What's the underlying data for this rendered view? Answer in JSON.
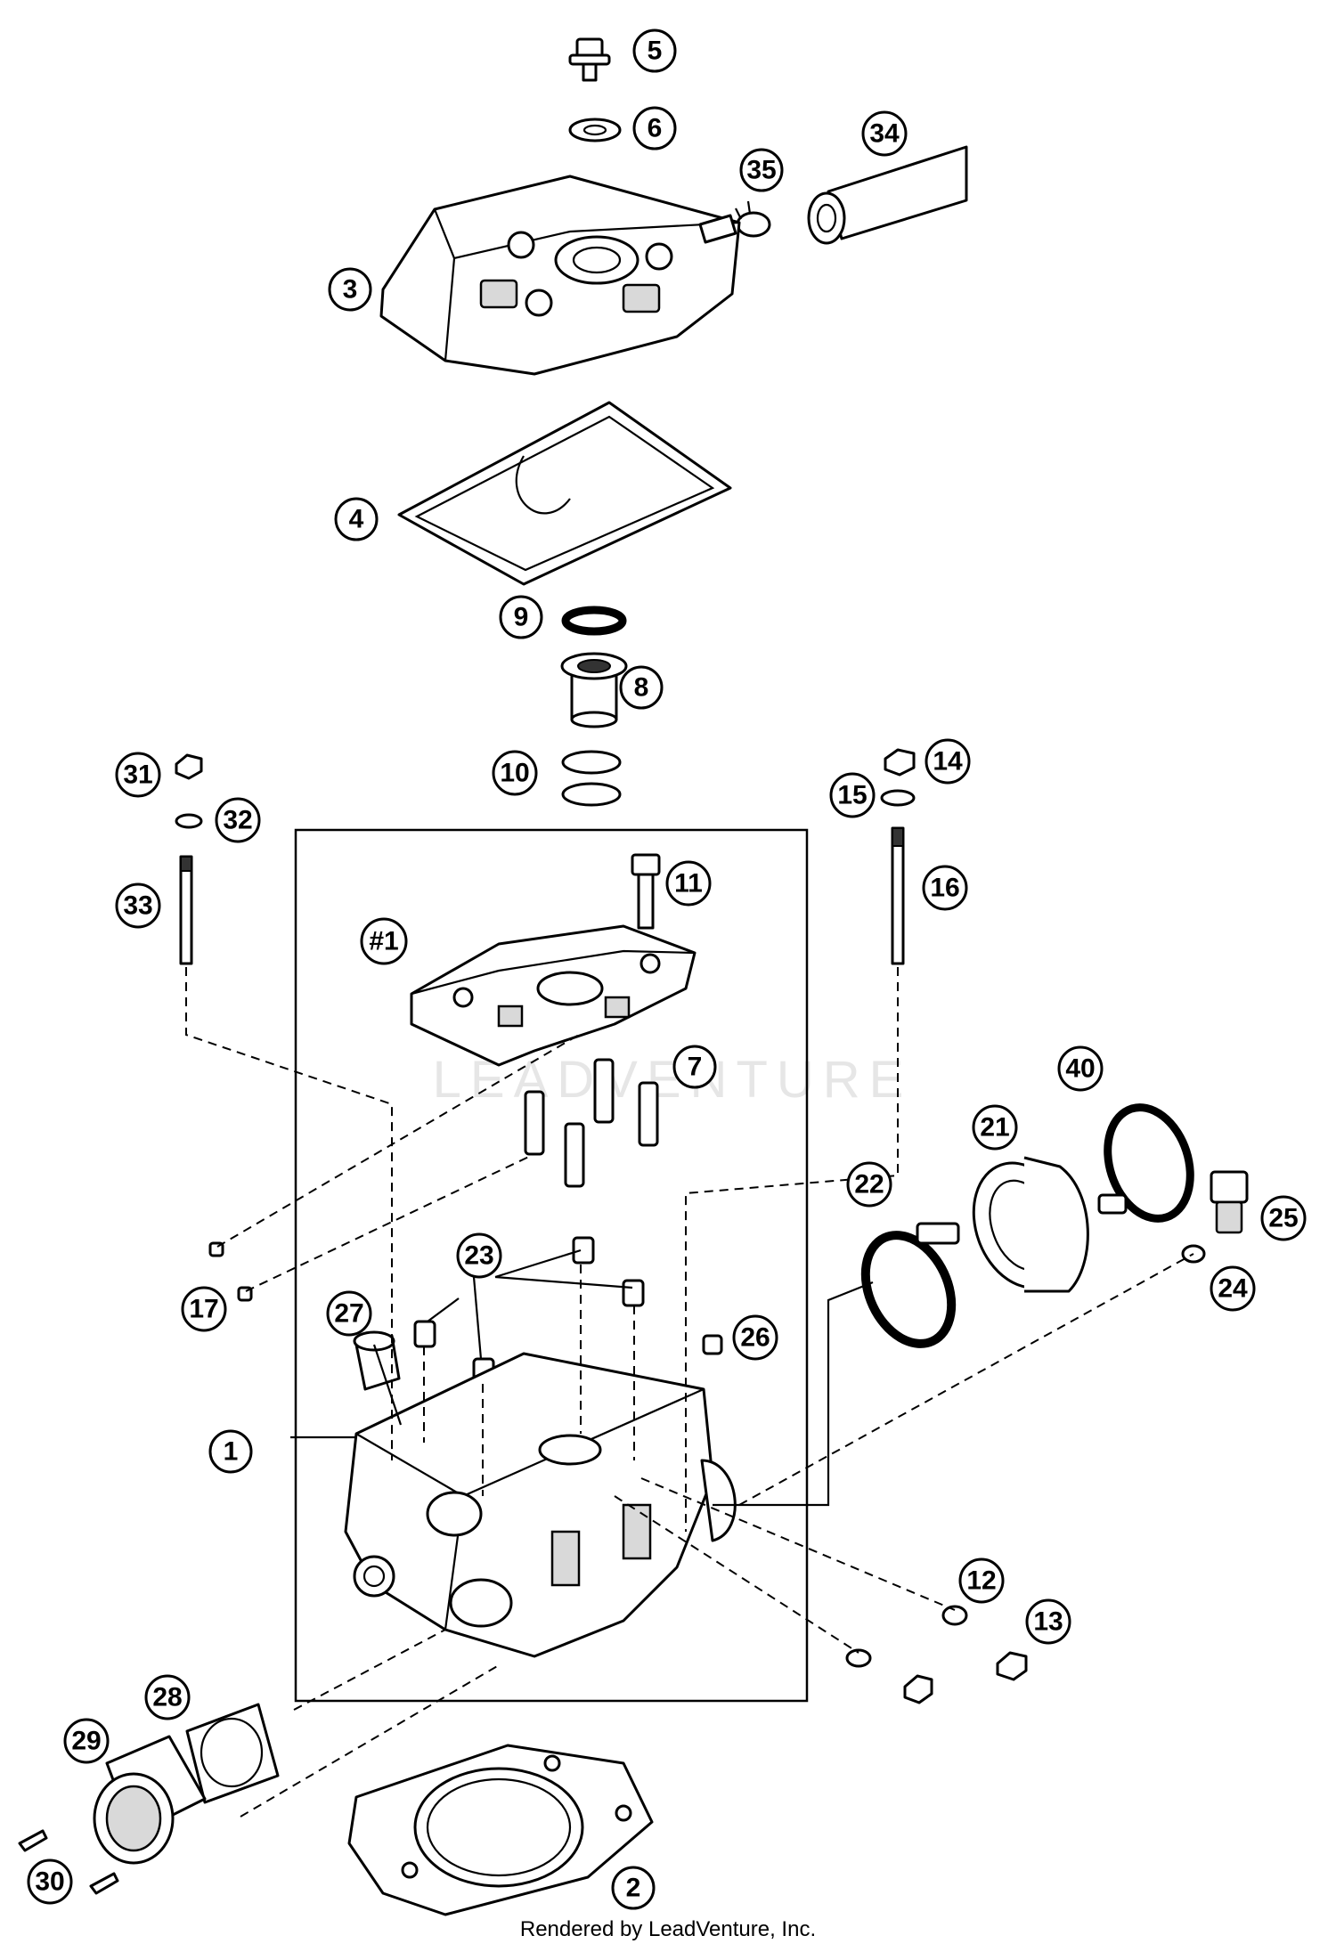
{
  "footer_text": "Rendered by LeadVenture, Inc.",
  "watermark_text": "LEADVENTURE",
  "callouts": [
    {
      "label": "5"
    },
    {
      "label": "6"
    },
    {
      "label": "34"
    },
    {
      "label": "35"
    },
    {
      "label": "3"
    },
    {
      "label": "4"
    },
    {
      "label": "9"
    },
    {
      "label": "8"
    },
    {
      "label": "10"
    },
    {
      "label": "31"
    },
    {
      "label": "32"
    },
    {
      "label": "33"
    },
    {
      "label": "14"
    },
    {
      "label": "15"
    },
    {
      "label": "16"
    },
    {
      "label": "11"
    },
    {
      "label": "#1"
    },
    {
      "label": "7"
    },
    {
      "label": "40"
    },
    {
      "label": "21"
    },
    {
      "label": "22"
    },
    {
      "label": "25"
    },
    {
      "label": "24"
    },
    {
      "label": "23"
    },
    {
      "label": "17"
    },
    {
      "label": "27"
    },
    {
      "label": "26"
    },
    {
      "label": "1"
    },
    {
      "label": "12"
    },
    {
      "label": "13"
    },
    {
      "label": "28"
    },
    {
      "label": "29"
    },
    {
      "label": "30"
    },
    {
      "label": "2"
    }
  ]
}
